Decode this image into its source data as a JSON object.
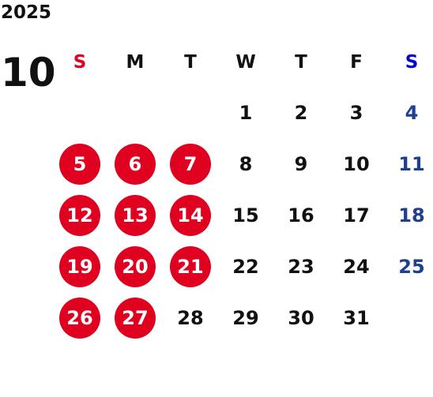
{
  "calendar": {
    "year": "2025",
    "month": "10",
    "weekdays": [
      {
        "label": "S",
        "color": "#e0001f"
      },
      {
        "label": "M",
        "color": "#111111"
      },
      {
        "label": "T",
        "color": "#111111"
      },
      {
        "label": "W",
        "color": "#111111"
      },
      {
        "label": "T",
        "color": "#111111"
      },
      {
        "label": "F",
        "color": "#111111"
      },
      {
        "label": "S",
        "color": "#0000d8"
      }
    ],
    "highlight_color": "#e0001f",
    "saturday_color": "#1f3f8f",
    "leading_blank_days": 3,
    "days": [
      {
        "day": "1",
        "highlighted": false
      },
      {
        "day": "2",
        "highlighted": false
      },
      {
        "day": "3",
        "highlighted": false
      },
      {
        "day": "4",
        "highlighted": false
      },
      {
        "day": "5",
        "highlighted": true
      },
      {
        "day": "6",
        "highlighted": true
      },
      {
        "day": "7",
        "highlighted": true
      },
      {
        "day": "8",
        "highlighted": false
      },
      {
        "day": "9",
        "highlighted": false
      },
      {
        "day": "10",
        "highlighted": false
      },
      {
        "day": "11",
        "highlighted": false
      },
      {
        "day": "12",
        "highlighted": true
      },
      {
        "day": "13",
        "highlighted": true
      },
      {
        "day": "14",
        "highlighted": true
      },
      {
        "day": "15",
        "highlighted": false
      },
      {
        "day": "16",
        "highlighted": false
      },
      {
        "day": "17",
        "highlighted": false
      },
      {
        "day": "18",
        "highlighted": false
      },
      {
        "day": "19",
        "highlighted": true
      },
      {
        "day": "20",
        "highlighted": true
      },
      {
        "day": "21",
        "highlighted": true
      },
      {
        "day": "22",
        "highlighted": false
      },
      {
        "day": "23",
        "highlighted": false
      },
      {
        "day": "24",
        "highlighted": false
      },
      {
        "day": "25",
        "highlighted": false
      },
      {
        "day": "26",
        "highlighted": true
      },
      {
        "day": "27",
        "highlighted": true
      },
      {
        "day": "28",
        "highlighted": false
      },
      {
        "day": "29",
        "highlighted": false
      },
      {
        "day": "30",
        "highlighted": false
      },
      {
        "day": "31",
        "highlighted": false
      }
    ]
  }
}
